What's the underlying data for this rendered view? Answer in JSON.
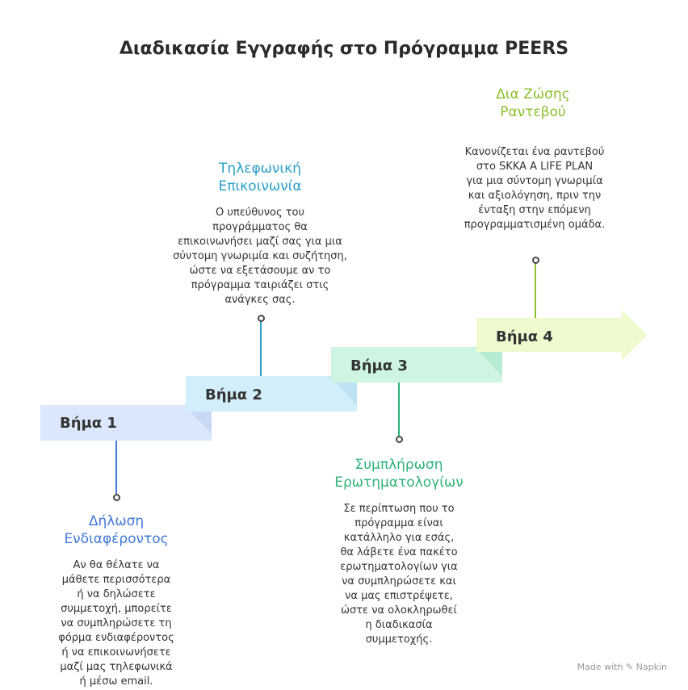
{
  "title": "Διαδικασία Εγγραφής στο Πρόγραμμα PEERS",
  "steps": [
    {
      "label": "Βήμα 1",
      "heading_line1": "Δήλωση",
      "heading_line2": "Ενδιαφέροντος",
      "description": [
        "Αν θα θέλατε να",
        "μάθετε περισσότερα",
        "ή να δηλώσετε",
        "συμμετοχή, μπορείτε",
        "να συμπληρώσετε τη",
        "φόρμα ενδιαφέροντος",
        "ή να επικοινωνήσετε",
        "μαζί μας τηλεφωνικά",
        "ή μέσω email."
      ],
      "fill_color": "#dbe7fb",
      "heading_color": "#3f78d6"
    },
    {
      "label": "Βήμα 2",
      "heading_line1": "Τηλεφωνική",
      "heading_line2": "Επικοινωνία",
      "description": [
        "Ο υπεύθυνος του",
        "προγράμματος θα",
        "επικοινωνήσει μαζί σας για μια",
        "σύντομη γνωριμία και συζήτηση,",
        "ώστε να εξετάσουμε αν το",
        "πρόγραμμα ταιριάζει στις",
        "ανάγκες σας."
      ],
      "fill_color": "#d3eefb",
      "heading_color": "#2a9fc9"
    },
    {
      "label": "Βήμα 3",
      "heading_line1": "Συμπλήρωση",
      "heading_line2": "Ερωτηματολογίων",
      "description": [
        "Σε περίπτωση που το",
        "πρόγραμμα είναι",
        "κατάλληλο για εσάς,",
        "θα λάβετε ένα πακέτο",
        "ερωτηματολογίων για",
        "να συμπληρώσετε και",
        "να μας επιστρέψετε,",
        "ώστε να ολοκληρωθεί",
        "η διαδικασία",
        "συμμετοχής."
      ],
      "fill_color": "#cdf5e2",
      "heading_color": "#2fb37a"
    },
    {
      "label": "Βήμα 4",
      "heading_line1": "Δια Ζώσης",
      "heading_line2": "Ραντεβού",
      "description": [
        "Κανονίζεται ένα ραντεβού",
        "στο SKKA A LIFE PLAN",
        "για μια σύντομη γνωριμία",
        "και αξιολόγηση, πριν την",
        "ένταξη στην επόμενη",
        "προγραμματισμένη ομάδα."
      ],
      "fill_color": "#eefbcf",
      "heading_color": "#8cbf2c"
    }
  ],
  "footer": {
    "made_with": "Made with",
    "brand": "Napkin"
  }
}
